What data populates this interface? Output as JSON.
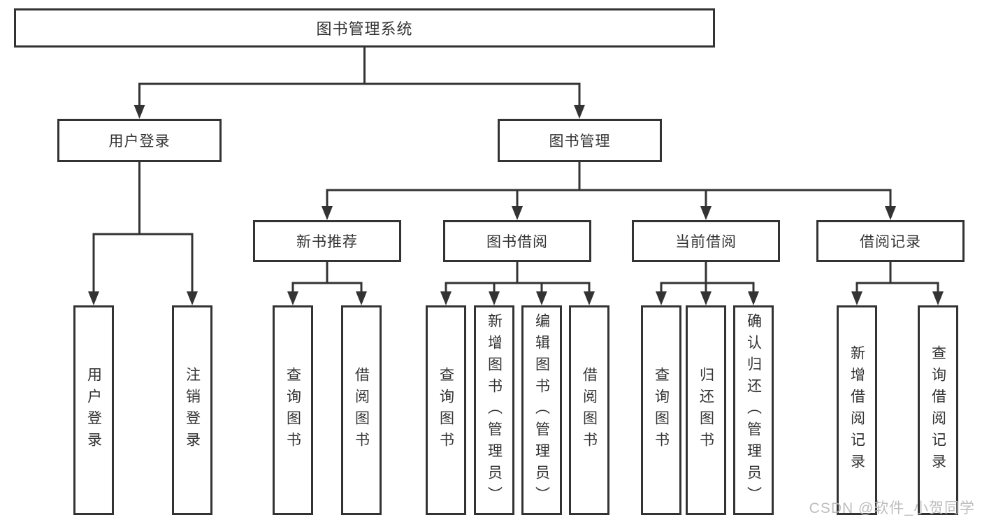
{
  "diagram": {
    "root": {
      "label": "图书管理系统"
    },
    "level2": {
      "user_login": {
        "label": "用户登录"
      },
      "book_mgmt": {
        "label": "图书管理"
      }
    },
    "level3": {
      "new_book_rec": {
        "label": "新书推荐"
      },
      "book_borrow": {
        "label": "图书借阅"
      },
      "current_borrow": {
        "label": "当前借阅"
      },
      "borrow_record": {
        "label": "借阅记录"
      }
    },
    "leaves": {
      "user_login": {
        "label": "用户登录"
      },
      "logout": {
        "label": "注销登录"
      },
      "query_book_rec": {
        "label": "查询图书"
      },
      "borrow_book_rec": {
        "label": "借阅图书"
      },
      "query_book_borrow": {
        "label": "查询图书"
      },
      "add_book_admin": {
        "label": "新增图书（管理员）"
      },
      "edit_book_admin": {
        "label": "编辑图书（管理员）"
      },
      "borrow_book_borrow": {
        "label": "借阅图书"
      },
      "query_book_current": {
        "label": "查询图书"
      },
      "return_book": {
        "label": "归还图书"
      },
      "confirm_return_admin": {
        "label": "确认归还（管理员）"
      },
      "add_borrow_record": {
        "label": "新增借阅记录"
      },
      "query_borrow_record": {
        "label": "查询借阅记录"
      }
    }
  },
  "watermark": {
    "text": "CSDN @软件_小贺同学"
  },
  "colors": {
    "line": "#333333",
    "box_background": "#ffffff",
    "text": "#333333",
    "watermark_text": "#b9b9b9"
  }
}
